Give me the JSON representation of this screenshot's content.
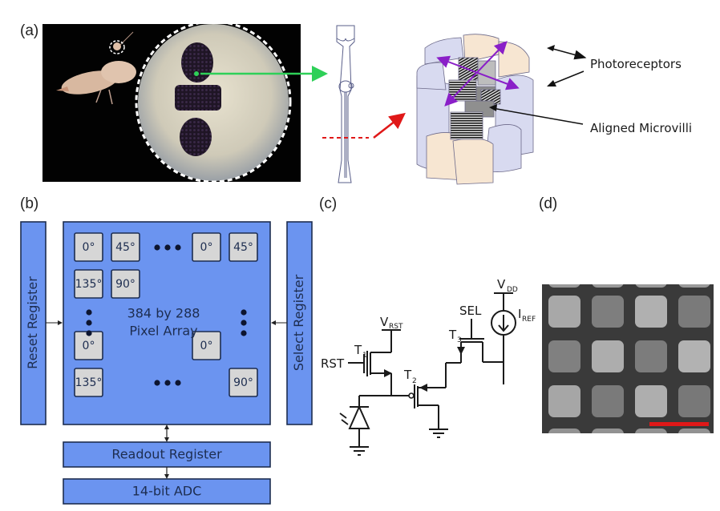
{
  "figure": {
    "panels": {
      "a": {
        "label": "(a)",
        "photo_description": "mantis shrimp with compound eye close-up",
        "annotations": {
          "photoreceptors": "Photoreceptors",
          "aligned_microvilli": "Aligned Microvilli"
        },
        "colors": {
          "green_arrow": "#2ed058",
          "red_arrow": "#e01818",
          "purple_arrow": "#8a1fc8",
          "photoreceptor_blue": "#d6d8f0",
          "photoreceptor_peach": "#f7e6d2"
        }
      },
      "b": {
        "label": "(b)",
        "reset_register": "Reset Register",
        "select_register": "Select Register",
        "pixel_array": {
          "line1": "384 by 288",
          "line2": "Pixel Array",
          "pixels": {
            "r1c1": "0°",
            "r1c2": "45°",
            "r1c3": "0°",
            "r1c4": "45°",
            "r2c1": "135°",
            "r2c2": "90°",
            "r3c1": "0°",
            "r3c3": "0°",
            "r4c1": "135°",
            "r4c4": "90°"
          }
        },
        "readout_register": "Readout Register",
        "adc": "14-bit ADC",
        "colors": {
          "block_fill": "#6b94f0",
          "pixel_fill": "#d6d6d6",
          "text": "#1d2d50"
        }
      },
      "c": {
        "label": "(c)",
        "labels": {
          "rst": "RST",
          "sel": "SEL",
          "t1": "T",
          "t1_sub": "1",
          "t2": "T",
          "t2_sub": "2",
          "t3": "T",
          "t3_sub": "3",
          "vrst": "V",
          "vrst_sub": "RST",
          "vdd": "V",
          "vdd_sub": "DD",
          "iref": "I",
          "iref_sub": "REF"
        }
      },
      "d": {
        "label": "(d)",
        "image_description": "micrograph of pixel grid with scale bar",
        "colors": {
          "scale_bar": "#e01818",
          "background": "#3a3a3a"
        }
      }
    }
  }
}
